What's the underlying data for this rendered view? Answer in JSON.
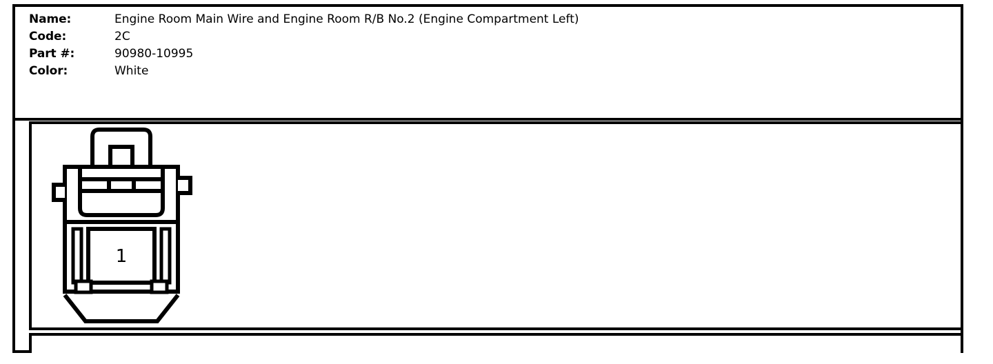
{
  "spec": {
    "rows": [
      {
        "label": "Name:",
        "value": "Engine Room Main Wire and Engine Room R/B No.2 (Engine Compartment Left)"
      },
      {
        "label": "Code:",
        "value": "2C"
      },
      {
        "label": "Part #:",
        "value": "90980-10995"
      },
      {
        "label": "Color:",
        "value": "White"
      }
    ]
  },
  "diagram": {
    "connector": {
      "name": "connector-outline",
      "cavity_count": 1,
      "cavities": [
        {
          "number": "1"
        }
      ],
      "stroke_color": "#000000",
      "fill_color": "#ffffff"
    }
  },
  "colors": {
    "ink": "#000000",
    "paper": "#ffffff"
  }
}
